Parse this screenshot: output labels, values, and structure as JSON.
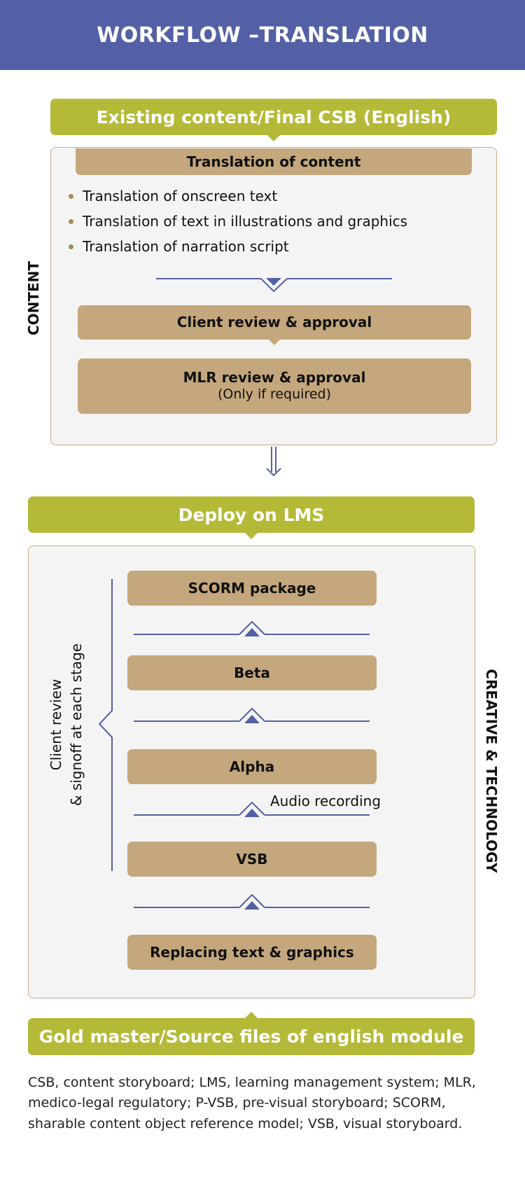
{
  "header": {
    "title": "WORKFLOW –TRANSLATION"
  },
  "top_green": {
    "label": "Existing content/Final CSB (English)"
  },
  "content_section": {
    "side_label": "CONTENT",
    "translation_header": "Translation of content",
    "bullets": [
      "Translation of onscreen text",
      "Translation of text in illustrations and graphics",
      "Translation of narration script"
    ],
    "client_review": "Client review & approval",
    "mlr_review": "MLR review & approval",
    "mlr_note": "(Only if required)"
  },
  "deploy_green": {
    "label": "Deploy on LMS"
  },
  "creative_section": {
    "side_label": "CREATIVE & TECHNOLOGY",
    "bracket_note_line1": "Client review",
    "bracket_note_line2": "& signoff at each stage",
    "steps": [
      "SCORM package",
      "Beta",
      "Alpha",
      "VSB",
      "Replacing text & graphics"
    ],
    "audio_label": "Audio recording"
  },
  "bottom_green": {
    "label": "Gold master/Source files of english module"
  },
  "footnote": "CSB, content storyboard; LMS, learning management system; MLR, medico-legal regulatory; P-VSB, pre-visual storyboard; SCORM, sharable content object reference model; VSB, visual storyboard.",
  "colors": {
    "header": "#5460a6",
    "green": "#b4ba37",
    "tan": "#c4a77c",
    "connector": "#5460a6",
    "panel_border": "#c9ab84"
  }
}
